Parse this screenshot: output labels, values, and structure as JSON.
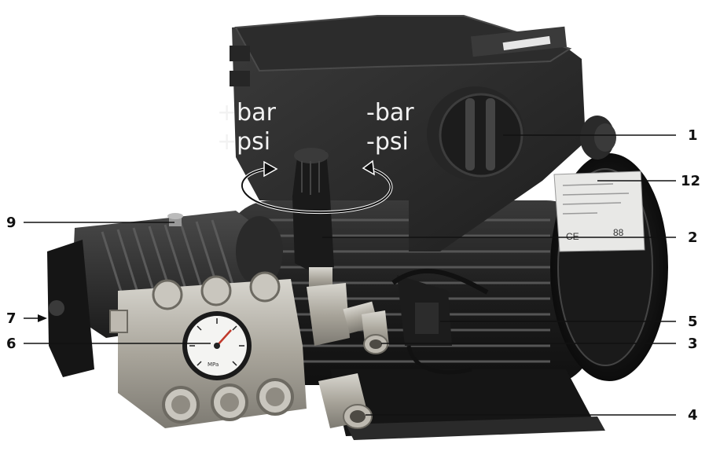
{
  "figure": {
    "pressure_labels": {
      "increase_bar": "+bar",
      "increase_psi": "+psi",
      "decrease_bar": "-bar",
      "decrease_psi": "-psi"
    },
    "callouts": {
      "motor_switch": "1",
      "pressure_regulator": "2",
      "outlet_fitting": "3",
      "inlet_fitting": "4",
      "unloader_valve": "5",
      "pressure_gauge": "6",
      "pump_side": "7",
      "oil_cap": "9",
      "motor_plate": "12"
    },
    "nameplate": {
      "ce_mark": "CE",
      "rating": "88"
    },
    "gauge": {
      "unit": "MPa"
    }
  }
}
